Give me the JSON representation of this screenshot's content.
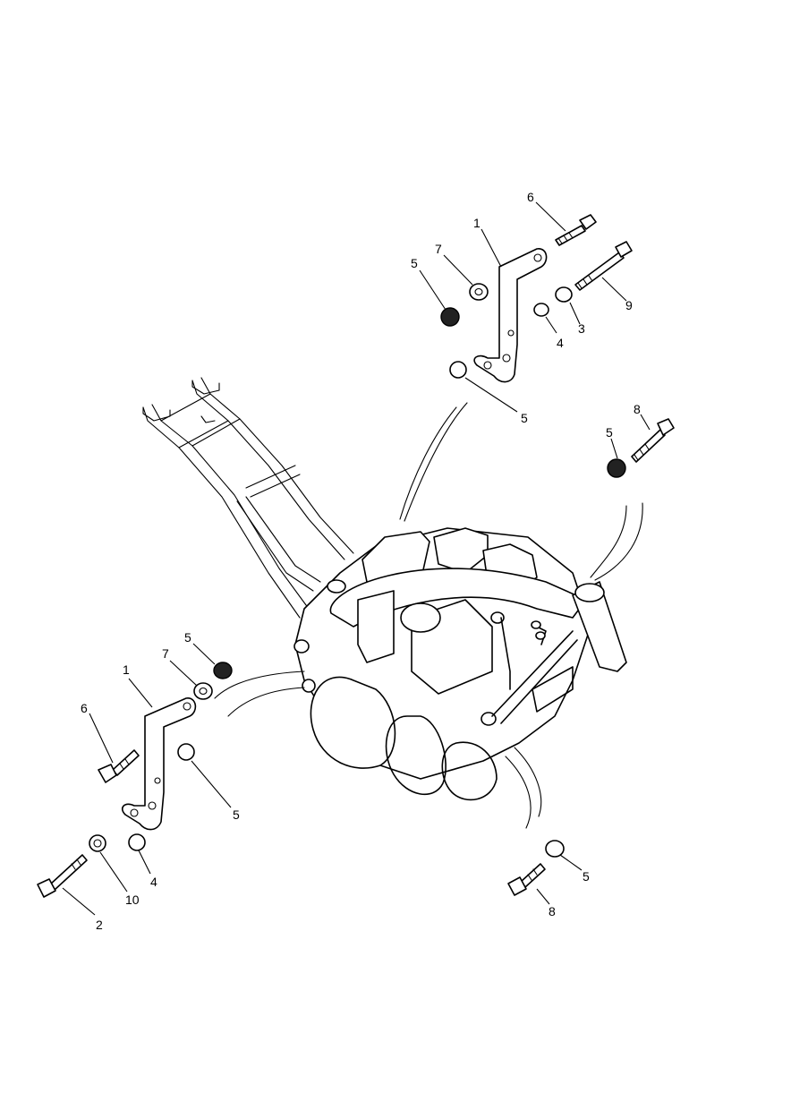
{
  "callouts": {
    "c1": "1",
    "c2": "1",
    "c3": "2",
    "c4": "3",
    "c5": "4",
    "c6": "4",
    "c7": "5",
    "c8": "5",
    "c9": "5",
    "c10": "5",
    "c11": "5",
    "c12": "5",
    "c13": "6",
    "c14": "6",
    "c15": "7",
    "c16": "7",
    "c17": "8",
    "c18": "8",
    "c19": "9",
    "c20": "10"
  }
}
